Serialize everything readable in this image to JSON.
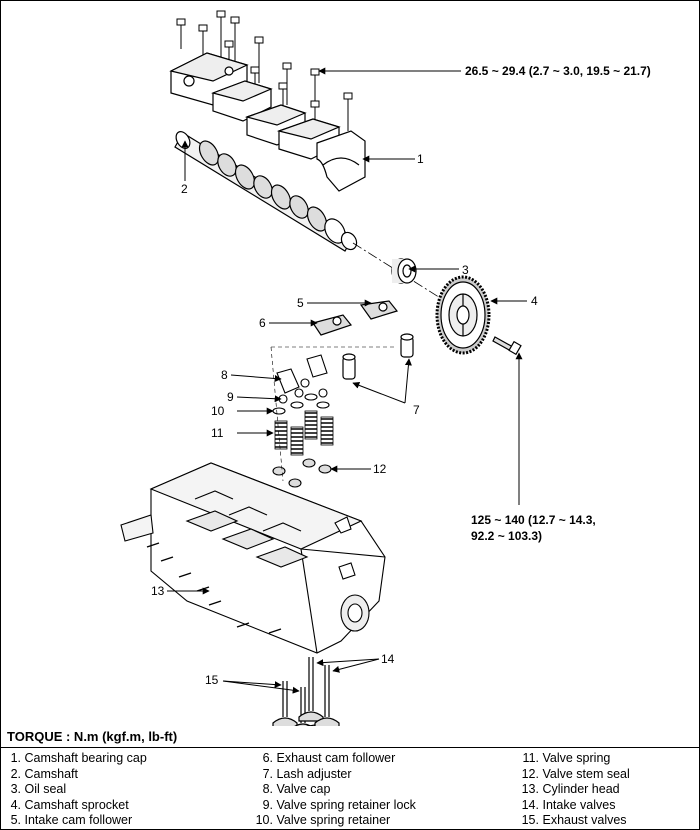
{
  "torque_callouts": {
    "bearing_cap_bolt": "26.5 ~ 29.4 (2.7 ~ 3.0, 19.5 ~ 21.7)",
    "sprocket_bolt_line1": "125 ~ 140 (12.7 ~ 14.3,",
    "sprocket_bolt_line2": "92.2 ~ 103.3)"
  },
  "diagram_labels": [
    "1",
    "2",
    "3",
    "4",
    "5",
    "6",
    "7",
    "8",
    "9",
    "10",
    "11",
    "12",
    "13",
    "14",
    "15"
  ],
  "torque_title": "TORQUE : N.m (kgf.m, lb-ft)",
  "legend": {
    "col1": [
      {
        "num": "1.",
        "label": "Camshaft bearing cap"
      },
      {
        "num": "2.",
        "label": "Camshaft"
      },
      {
        "num": "3.",
        "label": "Oil seal"
      },
      {
        "num": "4.",
        "label": "Camshaft sprocket"
      },
      {
        "num": "5.",
        "label": "Intake cam follower"
      }
    ],
    "col2": [
      {
        "num": "6.",
        "label": "Exhaust cam follower"
      },
      {
        "num": "7.",
        "label": "Lash adjuster"
      },
      {
        "num": "8.",
        "label": "Valve cap"
      },
      {
        "num": "9.",
        "label": "Valve spring retainer lock"
      },
      {
        "num": "10.",
        "label": "Valve spring retainer"
      }
    ],
    "col3": [
      {
        "num": "11.",
        "label": "Valve spring"
      },
      {
        "num": "12.",
        "label": "Valve stem seal"
      },
      {
        "num": "13.",
        "label": "Cylinder head"
      },
      {
        "num": "14.",
        "label": "Intake valves"
      },
      {
        "num": "15.",
        "label": "Exhaust valves"
      }
    ]
  }
}
